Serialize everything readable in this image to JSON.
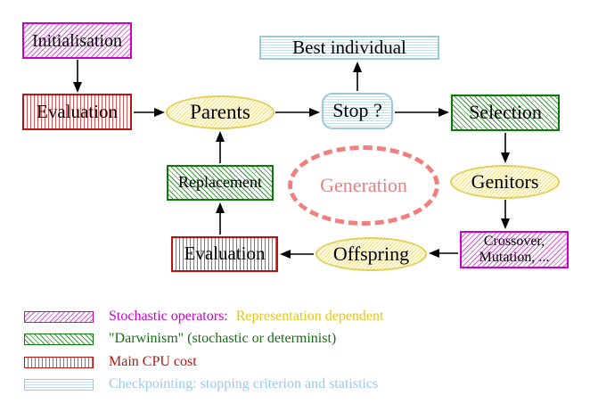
{
  "diagram": {
    "title_implied": "Evolutionary algorithm generation loop",
    "nodes": {
      "initialisation": "Initialisation",
      "evaluation_top": "Evaluation",
      "parents": "Parents",
      "best_individual": "Best individual",
      "stop": "Stop ?",
      "selection": "Selection",
      "genitors": "Genitors",
      "crossover_line1": "Crossover,",
      "crossover_line2": "Mutation, ...",
      "offspring": "Offspring",
      "evaluation_bottom": "Evaluation",
      "replacement": "Replacement",
      "generation": "Generation"
    },
    "edges": [
      [
        "initialisation",
        "evaluation_top"
      ],
      [
        "evaluation_top",
        "parents"
      ],
      [
        "parents",
        "stop"
      ],
      [
        "stop",
        "best_individual"
      ],
      [
        "stop",
        "selection"
      ],
      [
        "selection",
        "genitors"
      ],
      [
        "genitors",
        "crossover_mutation"
      ],
      [
        "crossover_mutation",
        "offspring"
      ],
      [
        "offspring",
        "evaluation_bottom"
      ],
      [
        "evaluation_bottom",
        "replacement"
      ],
      [
        "replacement",
        "parents"
      ]
    ]
  },
  "legend": {
    "stochastic_label": "Stochastic operators:",
    "stochastic_label2": "Representation dependent",
    "darwinism_label": "\"Darwinism\" (stochastic or determinist)",
    "cpu_label": "Main CPU cost",
    "checkpoint_label": "Checkpointing: stopping criterion and statistics"
  },
  "colors": {
    "magenta": "#cc00cc",
    "green": "#147014",
    "red": "#c01010",
    "light_blue": "#9ccae8",
    "gold_text": "#e6c51e",
    "yellow_node_border": "#e2ce5a",
    "salmon_dashed": "#f08080",
    "arrow_black": "#000000",
    "background": "#ffffff"
  }
}
